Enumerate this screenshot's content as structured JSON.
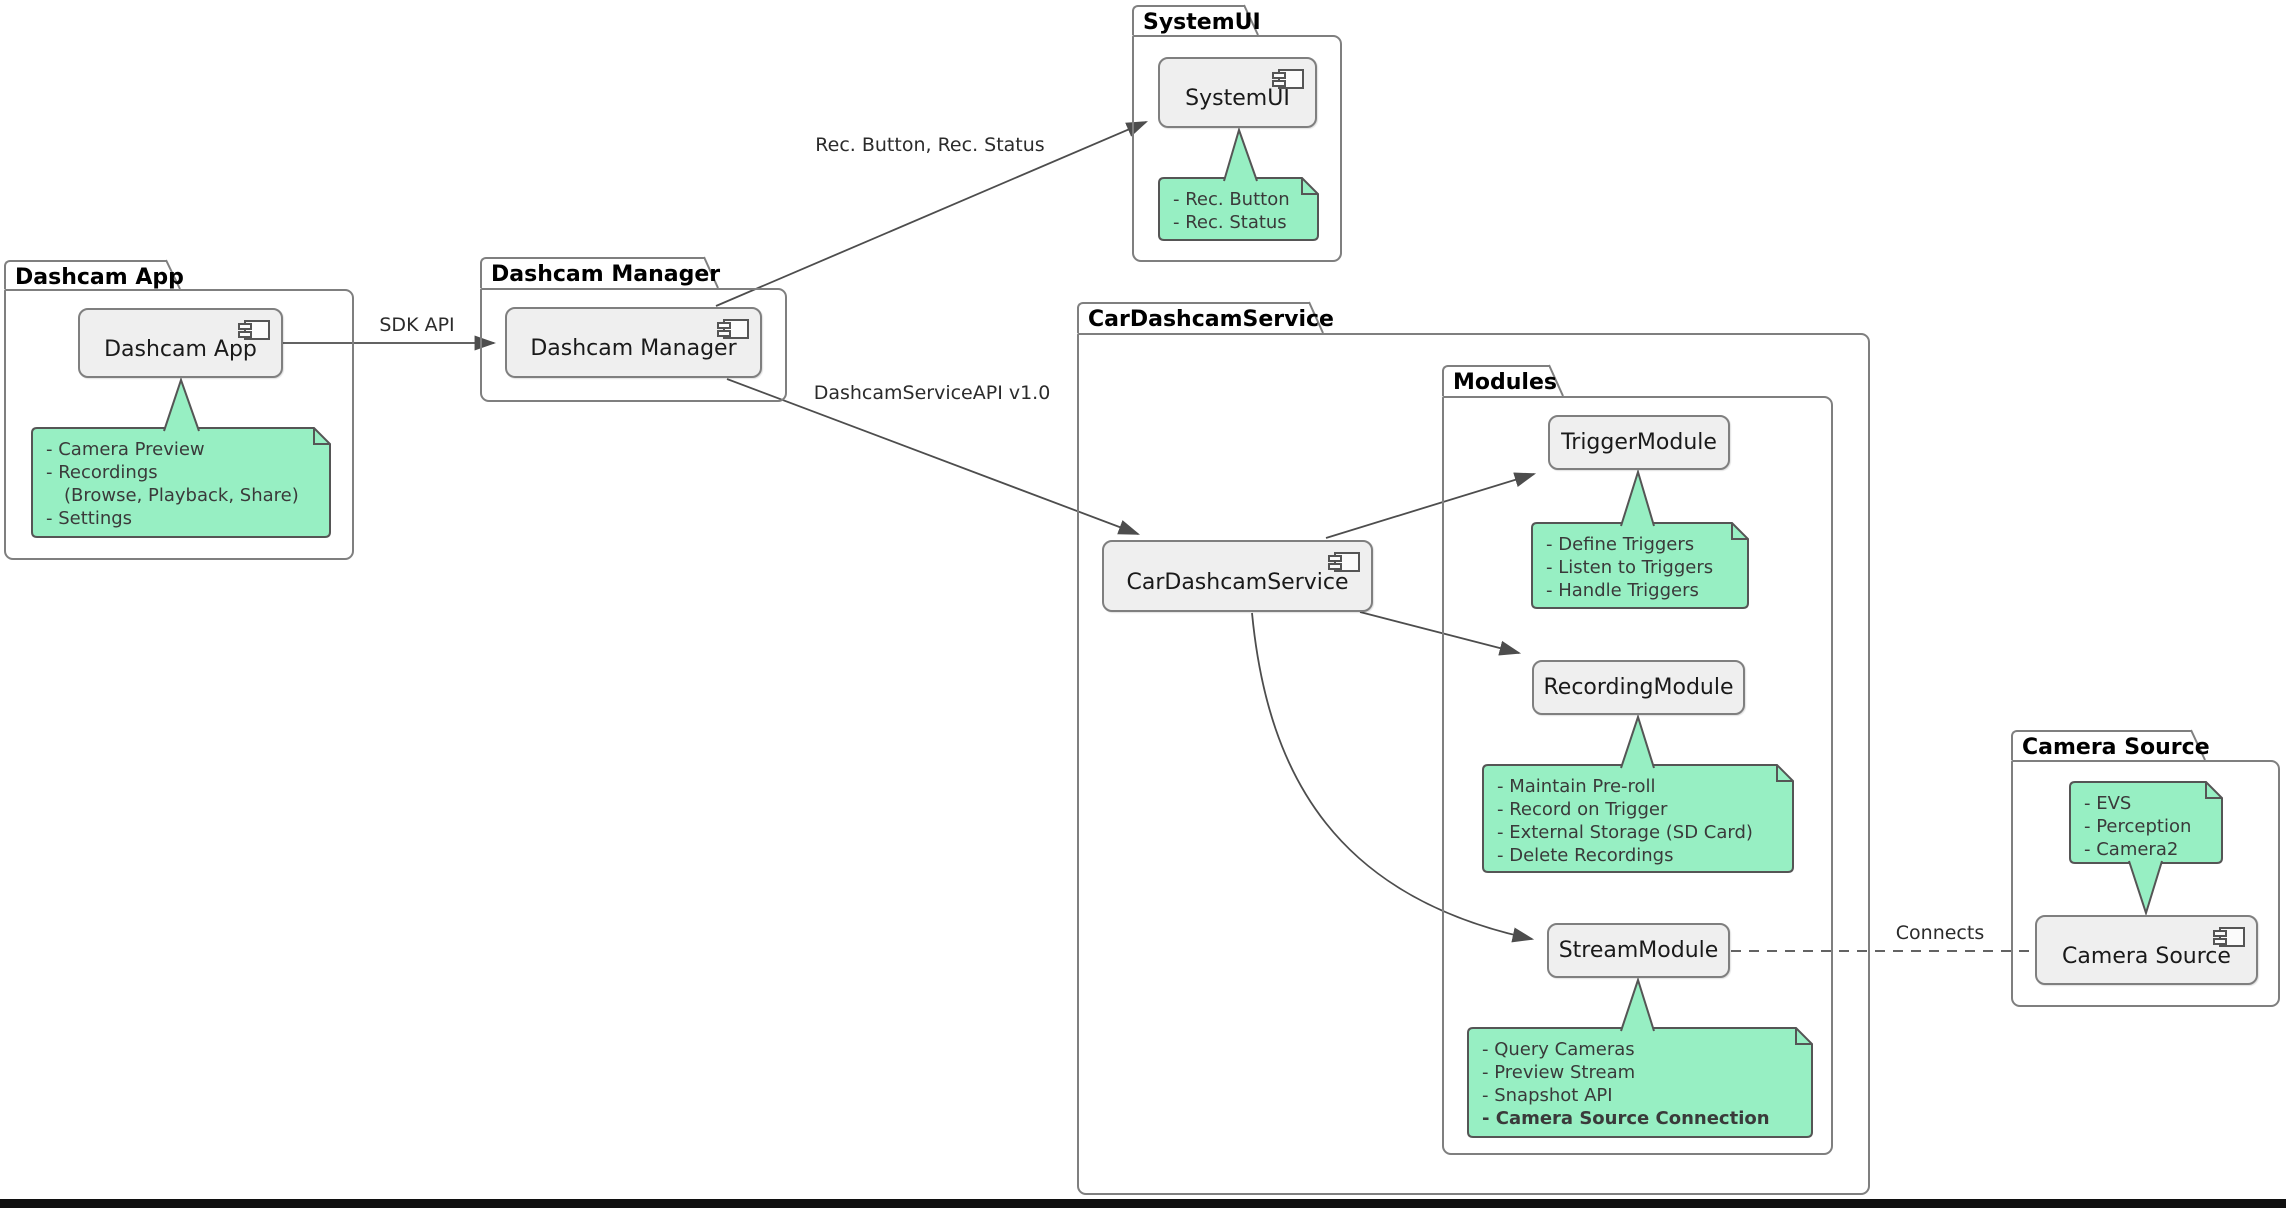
{
  "diagram_type": "UML component diagram",
  "packages": [
    {
      "title": "Dashcam App"
    },
    {
      "title": "Dashcam Manager"
    },
    {
      "title": "SystemUI"
    },
    {
      "title": "CarDashcamService"
    },
    {
      "title": "Modules"
    },
    {
      "title": "Camera Source"
    }
  ],
  "components": [
    {
      "label": "Dashcam App"
    },
    {
      "label": "Dashcam Manager"
    },
    {
      "label": "SystemUI"
    },
    {
      "label": "CarDashcamService"
    },
    {
      "label": "TriggerModule"
    },
    {
      "label": "RecordingModule"
    },
    {
      "label": "StreamModule"
    },
    {
      "label": "Camera Source"
    }
  ],
  "notes": [
    {
      "attached_to": "Dashcam App",
      "lines": [
        "- Camera Preview",
        "- Recordings",
        "(Browse, Playback, Share)",
        "- Settings"
      ]
    },
    {
      "attached_to": "SystemUI",
      "lines": [
        "- Rec. Button",
        "- Rec. Status"
      ]
    },
    {
      "attached_to": "TriggerModule",
      "lines": [
        "- Define Triggers",
        "- Listen to Triggers",
        "- Handle Triggers"
      ]
    },
    {
      "attached_to": "RecordingModule",
      "lines": [
        "- Maintain Pre-roll",
        "- Record on Trigger",
        "- External Storage (SD Card)",
        "- Delete Recordings"
      ]
    },
    {
      "attached_to": "StreamModule",
      "lines": [
        "- Query Cameras",
        "- Preview Stream",
        "- Snapshot API",
        "- Camera Source Connection"
      ]
    },
    {
      "attached_to": "Camera Source",
      "lines": [
        "- EVS",
        "- Perception",
        "- Camera2"
      ]
    }
  ],
  "edges": [
    {
      "from": "Dashcam App",
      "to": "Dashcam Manager",
      "label": "SDK API",
      "style": "solid-arrow"
    },
    {
      "from": "Dashcam Manager",
      "to": "SystemUI",
      "label": "Rec. Button, Rec. Status",
      "style": "solid-arrow"
    },
    {
      "from": "Dashcam Manager",
      "to": "CarDashcamService",
      "label": "DashcamServiceAPI v1.0",
      "style": "solid-arrow"
    },
    {
      "from": "CarDashcamService",
      "to": "TriggerModule",
      "label": "",
      "style": "solid-arrow"
    },
    {
      "from": "CarDashcamService",
      "to": "RecordingModule",
      "label": "",
      "style": "solid-arrow"
    },
    {
      "from": "CarDashcamService",
      "to": "StreamModule",
      "label": "",
      "style": "solid-arrow"
    },
    {
      "from": "StreamModule",
      "to": "Camera Source",
      "label": "Connects",
      "style": "dashed"
    }
  ],
  "colors": {
    "background": "#FFFFFF",
    "note_fill": "#97EFC3",
    "note_border": "#555555",
    "component_fill": "#EFEFEF",
    "component_border": "#7F7F7F",
    "edge": "#4D4D4D",
    "bottom_bar": "#101010"
  }
}
